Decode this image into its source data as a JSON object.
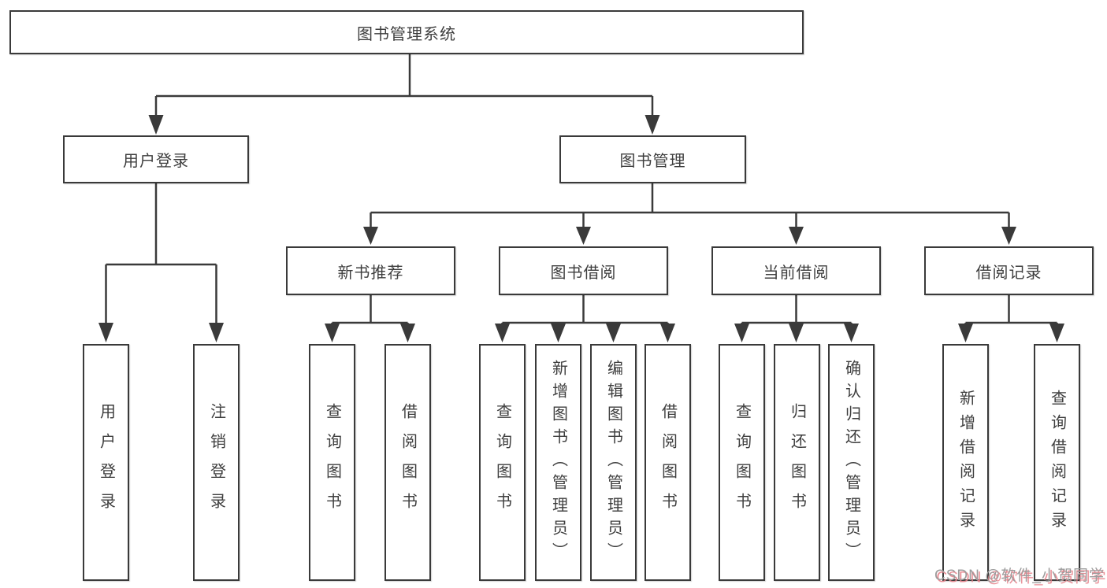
{
  "diagram": {
    "title": "图书管理系统",
    "nodes": [
      {
        "id": "root",
        "label": "图书管理系统",
        "parent": null,
        "level": 1
      },
      {
        "id": "user-login",
        "label": "用户登录",
        "parent": "root",
        "level": 2
      },
      {
        "id": "book-mgmt",
        "label": "图书管理",
        "parent": "root",
        "level": 2
      },
      {
        "id": "new-book-rec",
        "label": "新书推荐",
        "parent": "book-mgmt",
        "level": 3
      },
      {
        "id": "book-borrow",
        "label": "图书借阅",
        "parent": "book-mgmt",
        "level": 3
      },
      {
        "id": "current-borrow",
        "label": "当前借阅",
        "parent": "book-mgmt",
        "level": 3
      },
      {
        "id": "borrow-records",
        "label": "借阅记录",
        "parent": "book-mgmt",
        "level": 3
      },
      {
        "id": "leaf-user-login",
        "label": "用户登录",
        "parent": "user-login",
        "level": 4
      },
      {
        "id": "leaf-logout",
        "label": "注销登录",
        "parent": "user-login",
        "level": 4
      },
      {
        "id": "leaf-query-book-1",
        "label": "查询图书",
        "parent": "new-book-rec",
        "level": 4
      },
      {
        "id": "leaf-borrow-book-1",
        "label": "借阅图书",
        "parent": "new-book-rec",
        "level": 4
      },
      {
        "id": "leaf-query-book-2",
        "label": "查询图书",
        "parent": "book-borrow",
        "level": 4
      },
      {
        "id": "leaf-add-book",
        "label": "新增图书（管理员）",
        "parent": "book-borrow",
        "level": 4
      },
      {
        "id": "leaf-edit-book",
        "label": "编辑图书（管理员）",
        "parent": "book-borrow",
        "level": 4
      },
      {
        "id": "leaf-borrow-book-2",
        "label": "借阅图书",
        "parent": "book-borrow",
        "level": 4
      },
      {
        "id": "leaf-query-book-3",
        "label": "查询图书",
        "parent": "current-borrow",
        "level": 4
      },
      {
        "id": "leaf-return-book",
        "label": "归还图书",
        "parent": "current-borrow",
        "level": 4
      },
      {
        "id": "leaf-confirm-return",
        "label": "确认归还（管理员）",
        "parent": "current-borrow",
        "level": 4
      },
      {
        "id": "leaf-add-record",
        "label": "新增借阅记录",
        "parent": "borrow-records",
        "level": 4
      },
      {
        "id": "leaf-query-record",
        "label": "查询借阅记录",
        "parent": "borrow-records",
        "level": 4
      }
    ]
  },
  "watermark": {
    "text": "CSDN @软件_小贺同学"
  },
  "colors": {
    "background": "#ffffff",
    "line": "#3a3a3a",
    "box_border": "#3a3a3a",
    "box_fill": "#ffffff",
    "text": "#3e3e3e",
    "watermark_text": "#9c9c9c",
    "watermark_shadow": "#e7828a"
  }
}
